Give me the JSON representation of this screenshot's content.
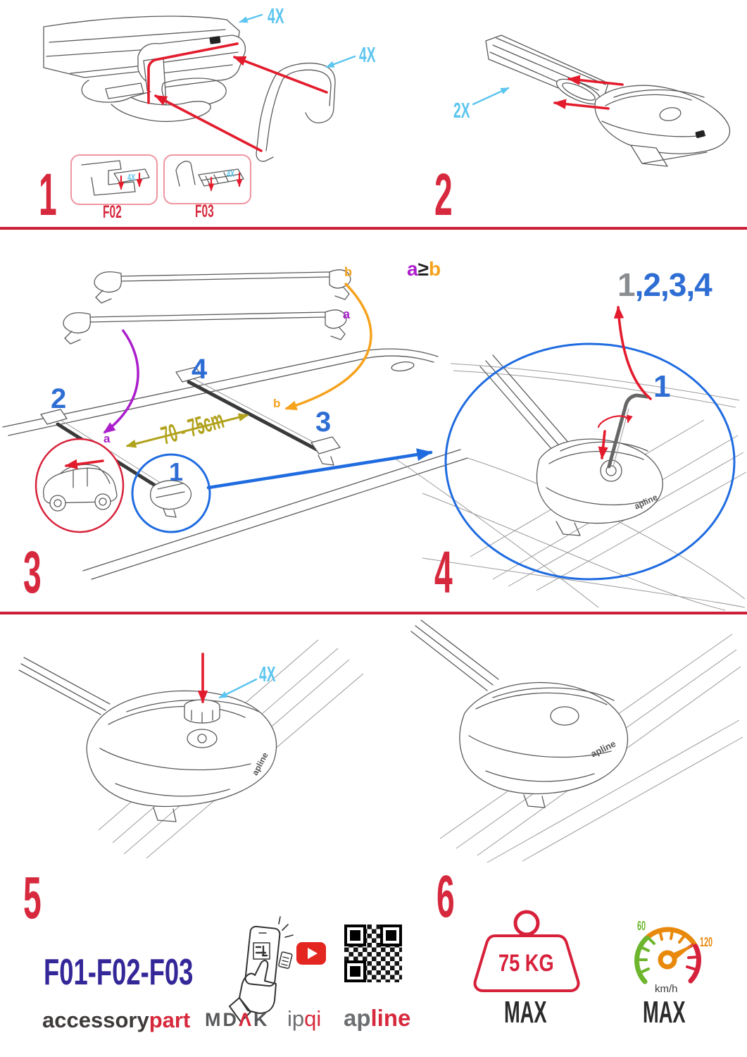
{
  "colors": {
    "step_red": "#d7293e",
    "arrow_red": "#e31c2d",
    "qty_cyan": "#5cc5ef",
    "callout_blue": "#2e6ed4",
    "circle_blue": "#1f6be0",
    "purple": "#ab1ecc",
    "orange": "#f5a21d",
    "olive": "#b2a31e",
    "model_indigo": "#342798",
    "logo_gray": "#6d6e71",
    "logo_dark": "#3f3a3a",
    "youtube_red": "#e32620",
    "gauge_green": "#6cb52d",
    "gauge_orange": "#e8890c",
    "gauge_red": "#d6213c"
  },
  "steps": {
    "one": {
      "number": "1",
      "cover_qty": "4X",
      "pad_qty": "4X",
      "boxes": [
        {
          "label": "F02",
          "qty": "4X"
        },
        {
          "label": "F03",
          "qty": "4X"
        }
      ]
    },
    "two": {
      "number": "2",
      "bar_qty": "2X"
    },
    "three": {
      "number": "3",
      "bar_label_a": "a",
      "bar_label_b": "b",
      "rule_a": "a",
      "rule_gte": "≥",
      "rule_b": "b",
      "roof_label_a": "a",
      "roof_label_b": "b",
      "distance": "70 - 75cm",
      "pos_front": "1",
      "pos_left": "2",
      "pos_right": "3",
      "pos_rear": "4"
    },
    "four": {
      "number": "4",
      "sequence_first": "1",
      "sequence_rest": ",2,3,4",
      "callout": "1"
    },
    "five": {
      "number": "5",
      "cap_qty": "4X"
    },
    "six": {
      "number": "6"
    }
  },
  "artwork": {
    "foot_brand": "apline"
  },
  "footer": {
    "model": "F01-F02-F03",
    "brands": {
      "accessory": "accessory",
      "part": "part",
      "mdak_md": "MD",
      "mdak_a": "Λ",
      "mdak_k": "K",
      "ipqi_ip": "ip",
      "ipqi_qi": "qi",
      "apline_ap": "ap",
      "apline_line": "line"
    },
    "limits": {
      "weight": "75 KG",
      "weight_max": "MAX",
      "speed_low": "60",
      "speed_high": "120",
      "speed_unit": "km/h",
      "speed_max": "MAX"
    }
  }
}
